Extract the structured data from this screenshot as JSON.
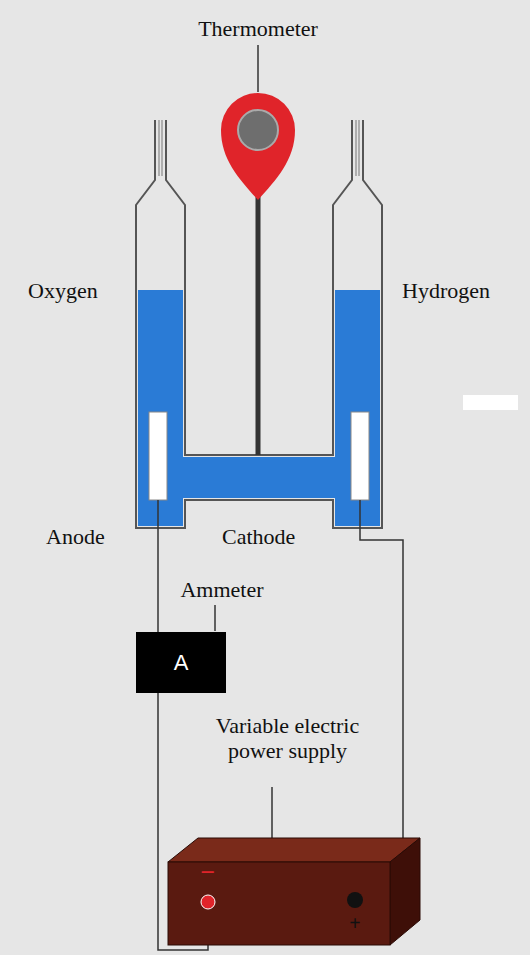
{
  "diagram": {
    "nodes": [
      {
        "text": [
          "A"
        ]
      }
    ],
    "labels": [
      "Thermometer",
      "Oxygen",
      "Hydrogen",
      "Anode",
      "Cathode",
      "Ammeter",
      "Variable electric power supply",
      "−",
      "+"
    ]
  }
}
